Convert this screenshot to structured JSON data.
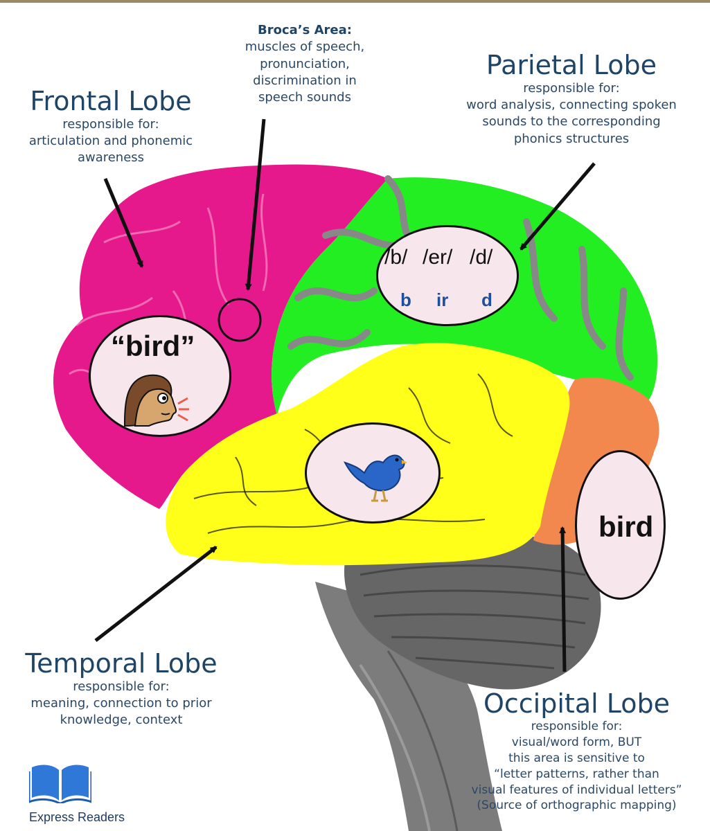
{
  "frontal": {
    "title": "Frontal Lobe",
    "lines": [
      "responsible for:",
      "articulation and phonemic",
      "awareness"
    ]
  },
  "broca": {
    "title": "Broca’s Area:",
    "lines": [
      "muscles of speech,",
      "pronunciation,",
      "discrimination in",
      "speech sounds"
    ]
  },
  "parietal": {
    "title": "Parietal Lobe",
    "lines": [
      "responsible for:",
      "word analysis, connecting spoken",
      "sounds to the corresponding",
      "phonics structures"
    ]
  },
  "temporal": {
    "title": "Temporal Lobe",
    "lines": [
      "responsible for:",
      "meaning, connection to prior",
      "knowledge, context"
    ]
  },
  "occipital": {
    "title": "Occipital Lobe",
    "lines": [
      "responsible for:",
      "visual/word form, BUT",
      "this area is sensitive to",
      "“letter patterns, rather than",
      "visual features of individual letters”",
      "(Source of orthographic mapping)"
    ]
  },
  "bubbles": {
    "spoken_word": "“bird”",
    "written_word": "bird",
    "phonemes": [
      "/b/",
      "/er/",
      "/d/"
    ],
    "graphemes": [
      "b",
      "ir",
      "d"
    ]
  },
  "logo": {
    "text": "Express Readers"
  },
  "colors": {
    "frontal": "#e6198c",
    "parietal": "#22ee22",
    "temporal": "#ffff1a",
    "occipital": "#f2884e",
    "cerebellum": "#6a6a6a",
    "bubble_fill": "#f7e6ec",
    "label_text": "#1f4466",
    "grapheme_text": "#1d4f9c",
    "arrow_small": "#e8604c"
  },
  "icons": [
    "speaking-person-icon",
    "bluebird-icon",
    "open-book-icon"
  ]
}
